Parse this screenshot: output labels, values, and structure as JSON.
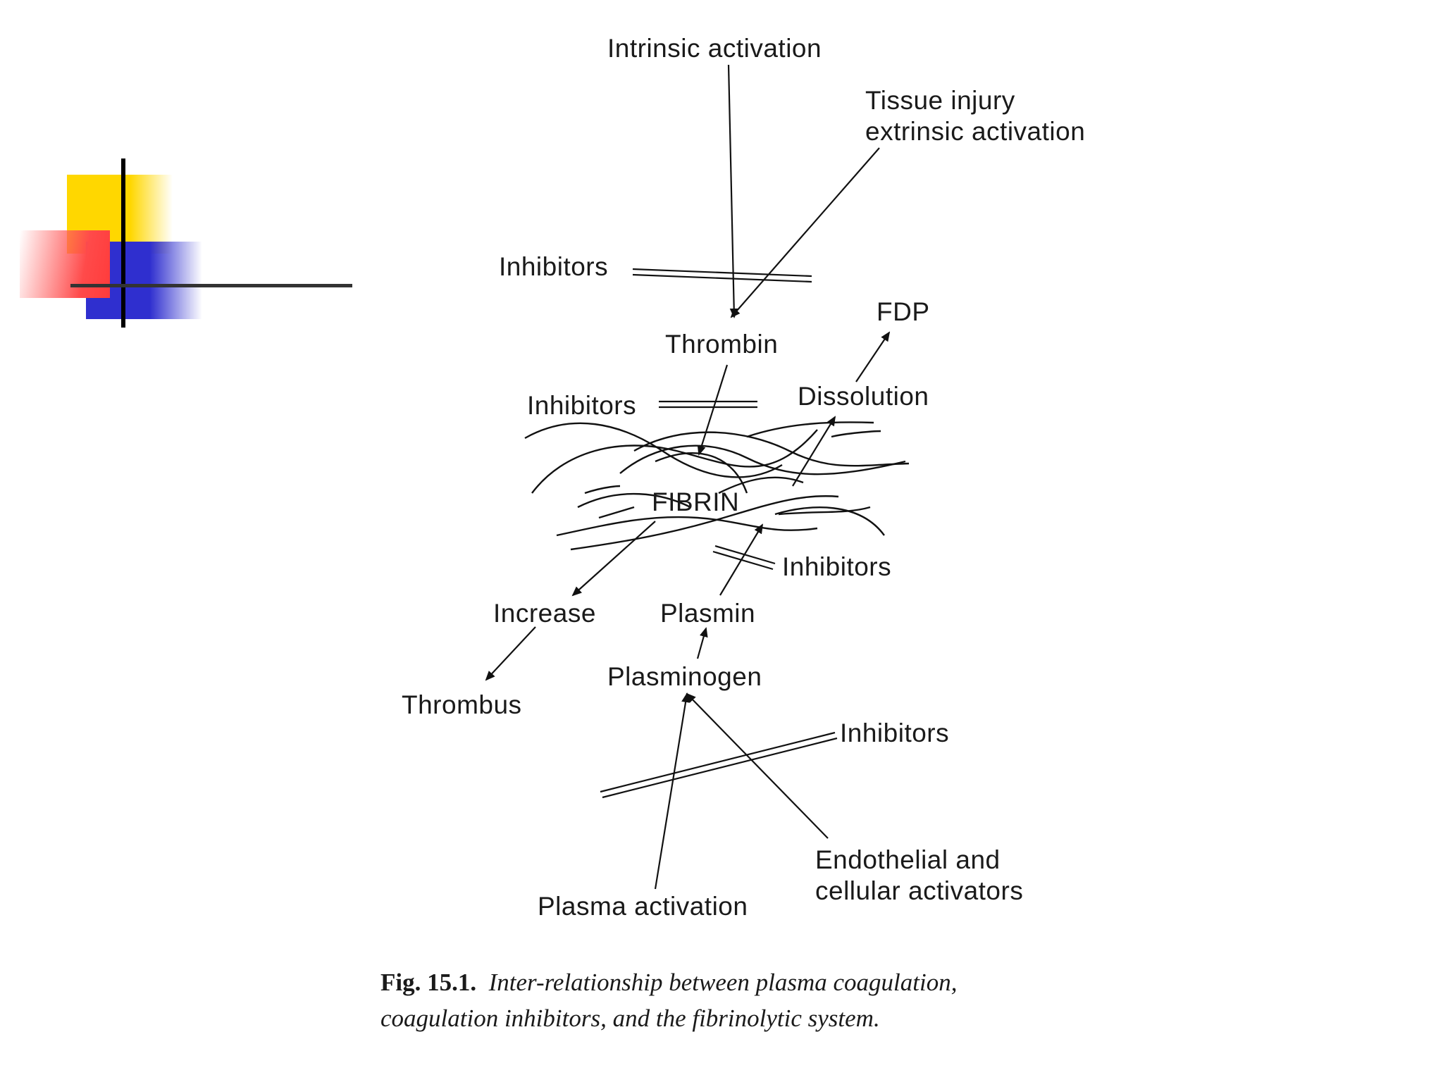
{
  "diagram": {
    "labels": {
      "intrinsic": "Intrinsic activation",
      "tissue_line1": "Tissue injury",
      "tissue_line2": "extrinsic activation",
      "inhibitors_1": "Inhibitors",
      "thrombin": "Thrombin",
      "fdp": "FDP",
      "inhibitors_2": "Inhibitors",
      "dissolution": "Dissolution",
      "fibrin": "FIBRIN",
      "inhibitors_3": "Inhibitors",
      "increase": "Increase",
      "plasmin": "Plasmin",
      "plasminogen": "Plasminogen",
      "thrombus": "Thrombus",
      "inhibitors_4": "Inhibitors",
      "endothelial_line1": "Endothelial and",
      "endothelial_line2": "cellular activators",
      "plasma_activation": "Plasma activation"
    }
  },
  "caption": {
    "fig": "Fig. 15.1.",
    "text": "Inter-relationship between plasma coagulation, coagulation inhibitors, and the fibrinolytic system."
  },
  "colors": {
    "deco_yellow": "#FFD700",
    "deco_red": "#FF3B3B",
    "deco_blue": "#2F2FCF"
  }
}
